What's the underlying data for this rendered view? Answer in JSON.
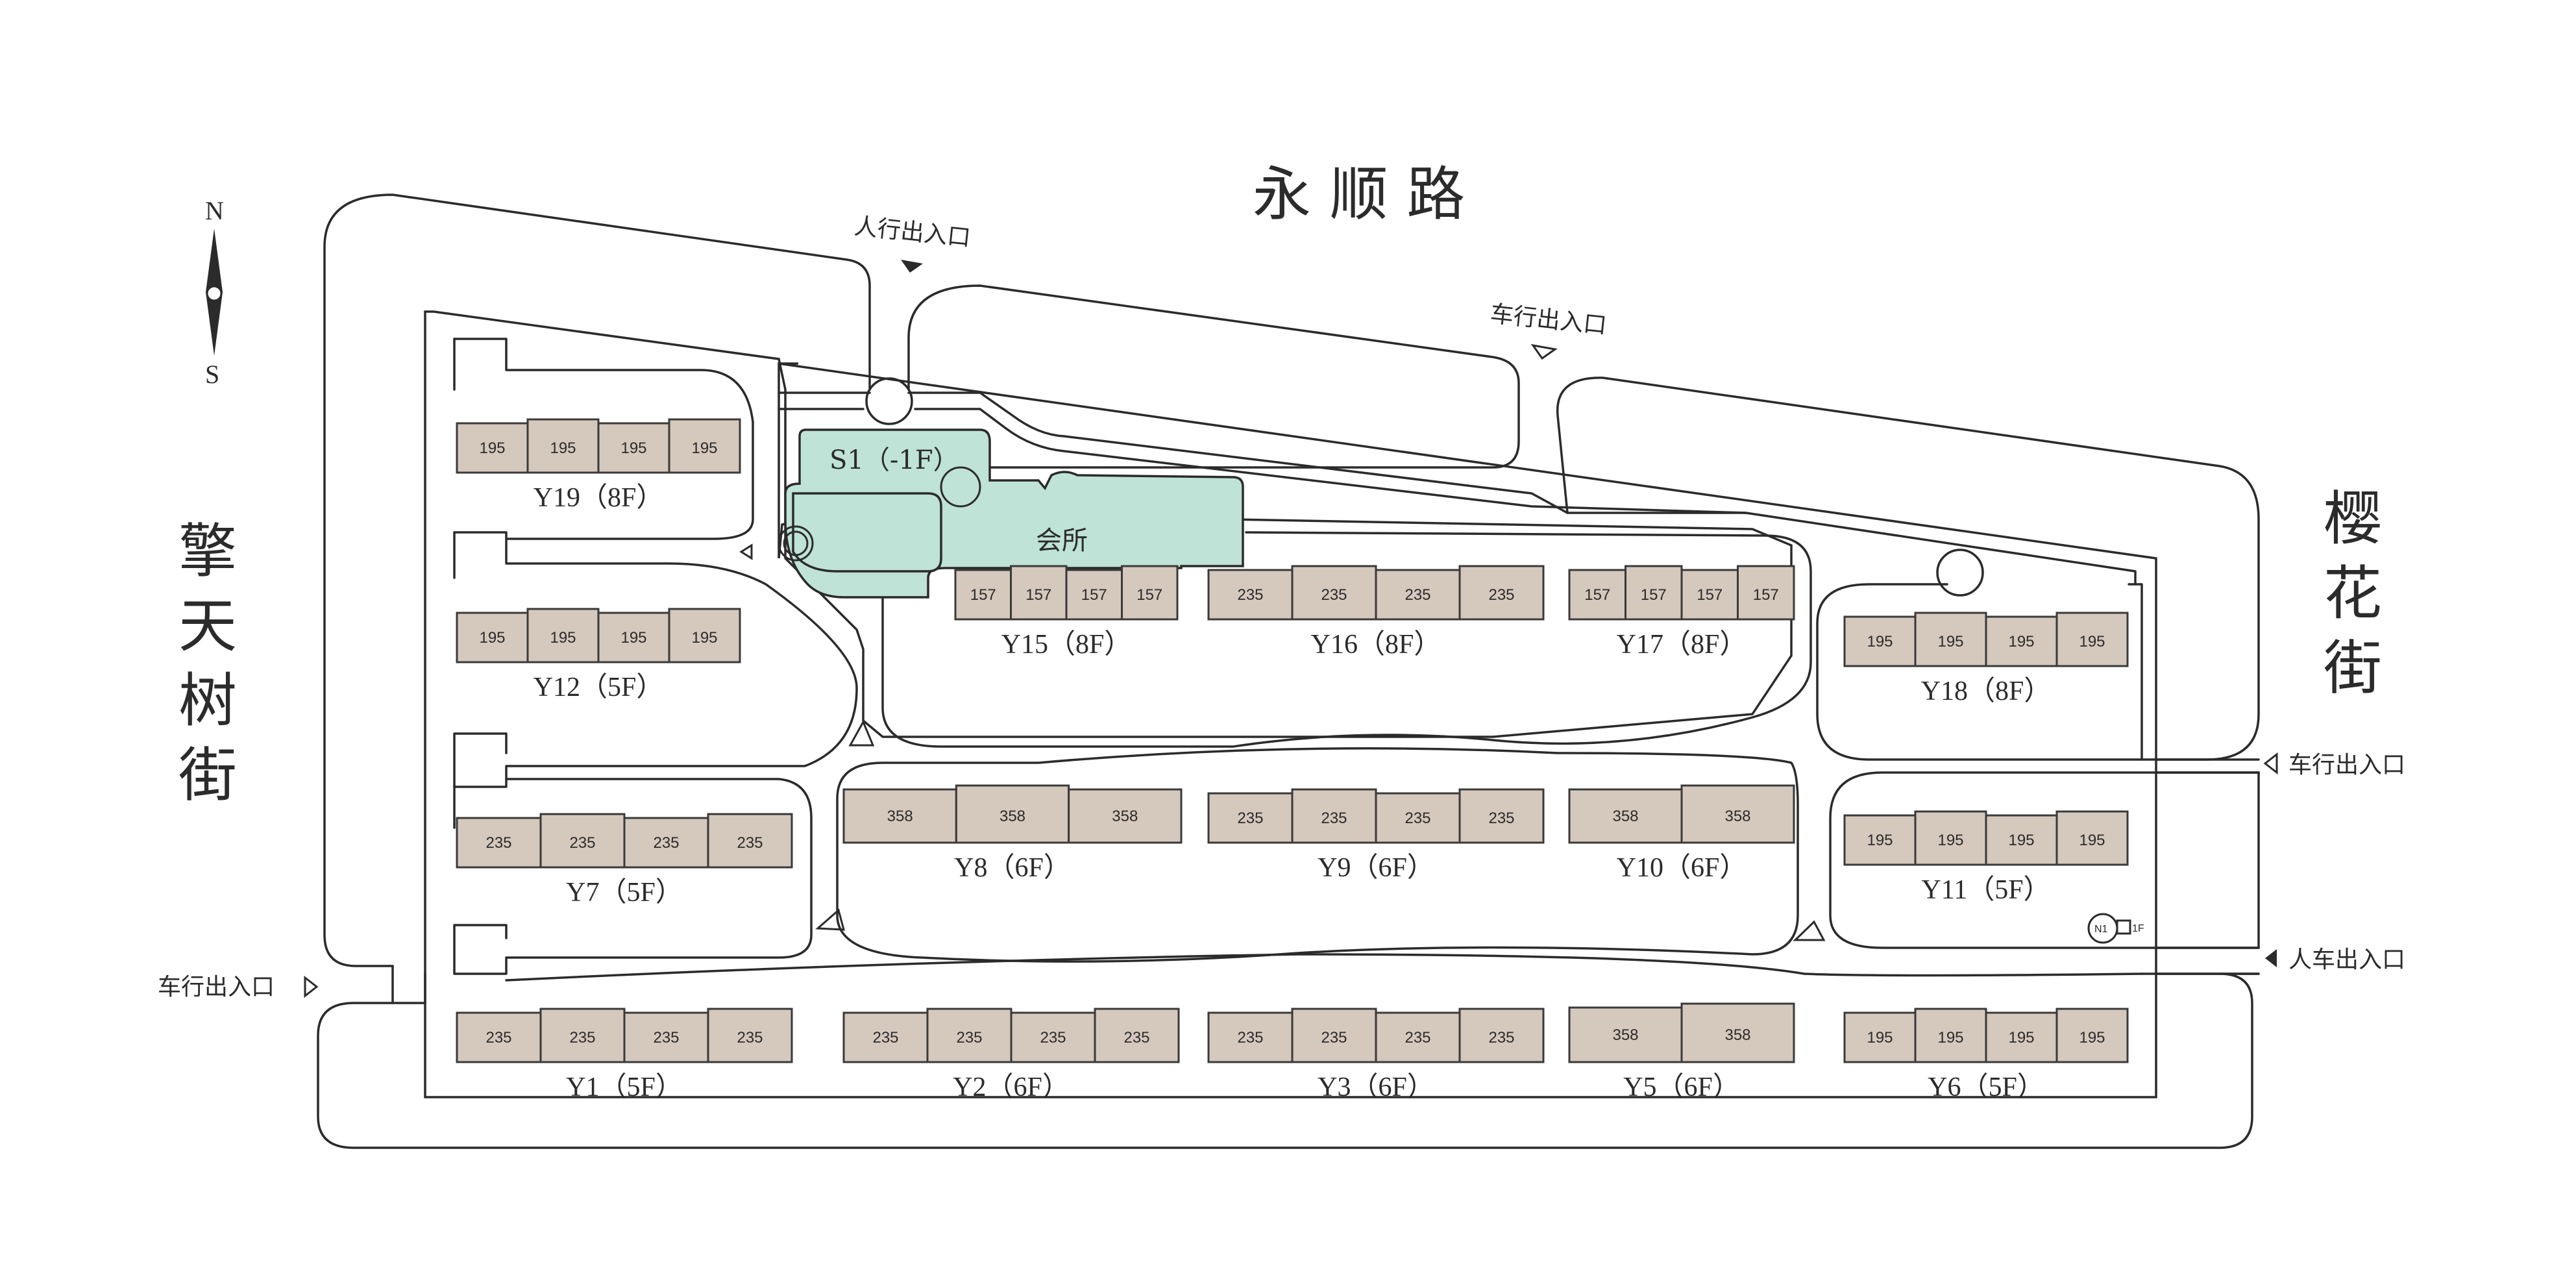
{
  "streets": {
    "north": "永 顺 路",
    "west": [
      "擎",
      "天",
      "树",
      "街"
    ],
    "east": [
      "樱",
      "花",
      "街"
    ]
  },
  "compass": {
    "north": "N",
    "south": "S"
  },
  "gates": {
    "north_pedestrian": "人行出入口",
    "north_vehicle": "车行出入口",
    "east_vehicle": "车行出入口",
    "east_mixed": "人车出入口",
    "west_vehicle": "车行出入口"
  },
  "areas": {
    "s1": "S1（-1F）",
    "clubhouse": "会所",
    "n1": "N1",
    "n1_floor": "1F"
  },
  "colors": {
    "unit_fill": "#d5c8bd",
    "green_area": "#bfe3d6",
    "line": "#2b2b2b"
  },
  "buildings": [
    {
      "id": "y19",
      "label": "Y19（8F）",
      "units": [
        "195",
        "195",
        "195",
        "195"
      ]
    },
    {
      "id": "y12",
      "label": "Y12（5F）",
      "units": [
        "195",
        "195",
        "195",
        "195"
      ]
    },
    {
      "id": "y7",
      "label": "Y7（5F）",
      "units": [
        "235",
        "235",
        "235",
        "235"
      ]
    },
    {
      "id": "y1",
      "label": "Y1（5F）",
      "units": [
        "235",
        "235",
        "235",
        "235"
      ]
    },
    {
      "id": "y15",
      "label": "Y15（8F）",
      "units": [
        "157",
        "157",
        "157",
        "157"
      ]
    },
    {
      "id": "y16",
      "label": "Y16（8F）",
      "units": [
        "235",
        "235",
        "235",
        "235"
      ]
    },
    {
      "id": "y17",
      "label": "Y17（8F）",
      "units": [
        "157",
        "157",
        "157",
        "157"
      ]
    },
    {
      "id": "y18",
      "label": "Y18（8F）",
      "units": [
        "195",
        "195",
        "195",
        "195"
      ]
    },
    {
      "id": "y8",
      "label": "Y8（6F）",
      "units": [
        "358",
        "358",
        "358"
      ]
    },
    {
      "id": "y9",
      "label": "Y9（6F）",
      "units": [
        "235",
        "235",
        "235",
        "235"
      ]
    },
    {
      "id": "y10",
      "label": "Y10（6F）",
      "units": [
        "358",
        "358"
      ]
    },
    {
      "id": "y11",
      "label": "Y11（5F）",
      "units": [
        "195",
        "195",
        "195",
        "195"
      ]
    },
    {
      "id": "y2",
      "label": "Y2（6F）",
      "units": [
        "235",
        "235",
        "235",
        "235"
      ]
    },
    {
      "id": "y3",
      "label": "Y3（6F）",
      "units": [
        "235",
        "235",
        "235",
        "235"
      ]
    },
    {
      "id": "y5",
      "label": "Y5（6F）",
      "units": [
        "358",
        "358"
      ]
    },
    {
      "id": "y6",
      "label": "Y6（5F）",
      "units": [
        "195",
        "195",
        "195",
        "195"
      ]
    }
  ]
}
